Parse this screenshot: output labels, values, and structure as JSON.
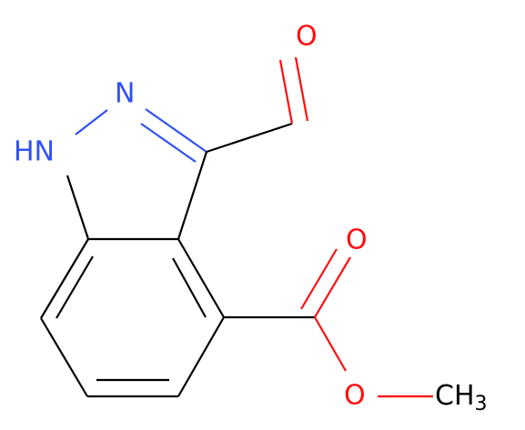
{
  "molecule": {
    "atoms": {
      "nh": "HN",
      "n2": "N",
      "o_aldehyde": "O",
      "o_carbonyl": "O",
      "o_ester": "O",
      "ch3_main": "CH",
      "ch3_sub": "3"
    },
    "colors": {
      "carbon": "#000000",
      "nitrogen": "#3050F8",
      "oxygen": "#FF0D0D"
    }
  }
}
